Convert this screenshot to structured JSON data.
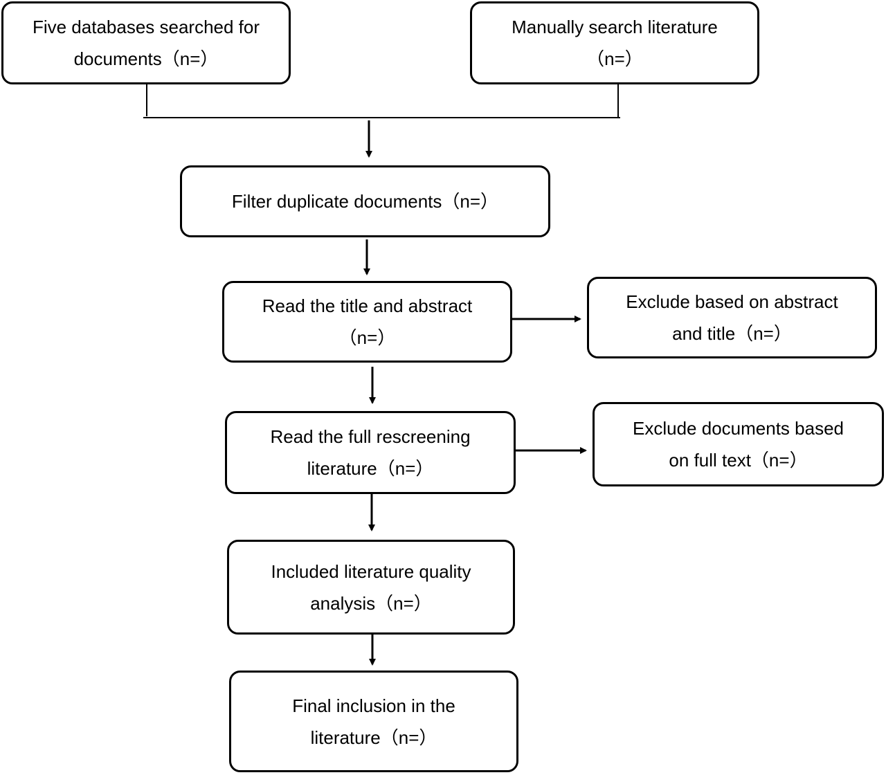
{
  "colors": {
    "stroke": "#000000",
    "background": "#ffffff"
  },
  "boxes": {
    "five_databases": {
      "lines": [
        "Five databases searched for",
        "documents（n=）"
      ]
    },
    "manual_search": {
      "lines": [
        "Manually search literature",
        "（n=）"
      ]
    },
    "filter_duplicates": {
      "lines": [
        "Filter duplicate documents（n=）"
      ]
    },
    "read_title_abstract": {
      "lines": [
        "Read the title and abstract",
        "（n=）"
      ]
    },
    "exclude_abstract_title": {
      "lines": [
        "Exclude based on abstract",
        "and title（n=）"
      ]
    },
    "read_full_text": {
      "lines": [
        "Read the full rescreening",
        "literature（n=）"
      ]
    },
    "exclude_full_text": {
      "lines": [
        "Exclude documents based",
        "on full text（n=）"
      ]
    },
    "quality_analysis": {
      "lines": [
        "Included literature quality",
        "analysis（n=）"
      ]
    },
    "final_inclusion": {
      "lines": [
        "Final inclusion in the",
        "literature（n=）"
      ]
    }
  }
}
